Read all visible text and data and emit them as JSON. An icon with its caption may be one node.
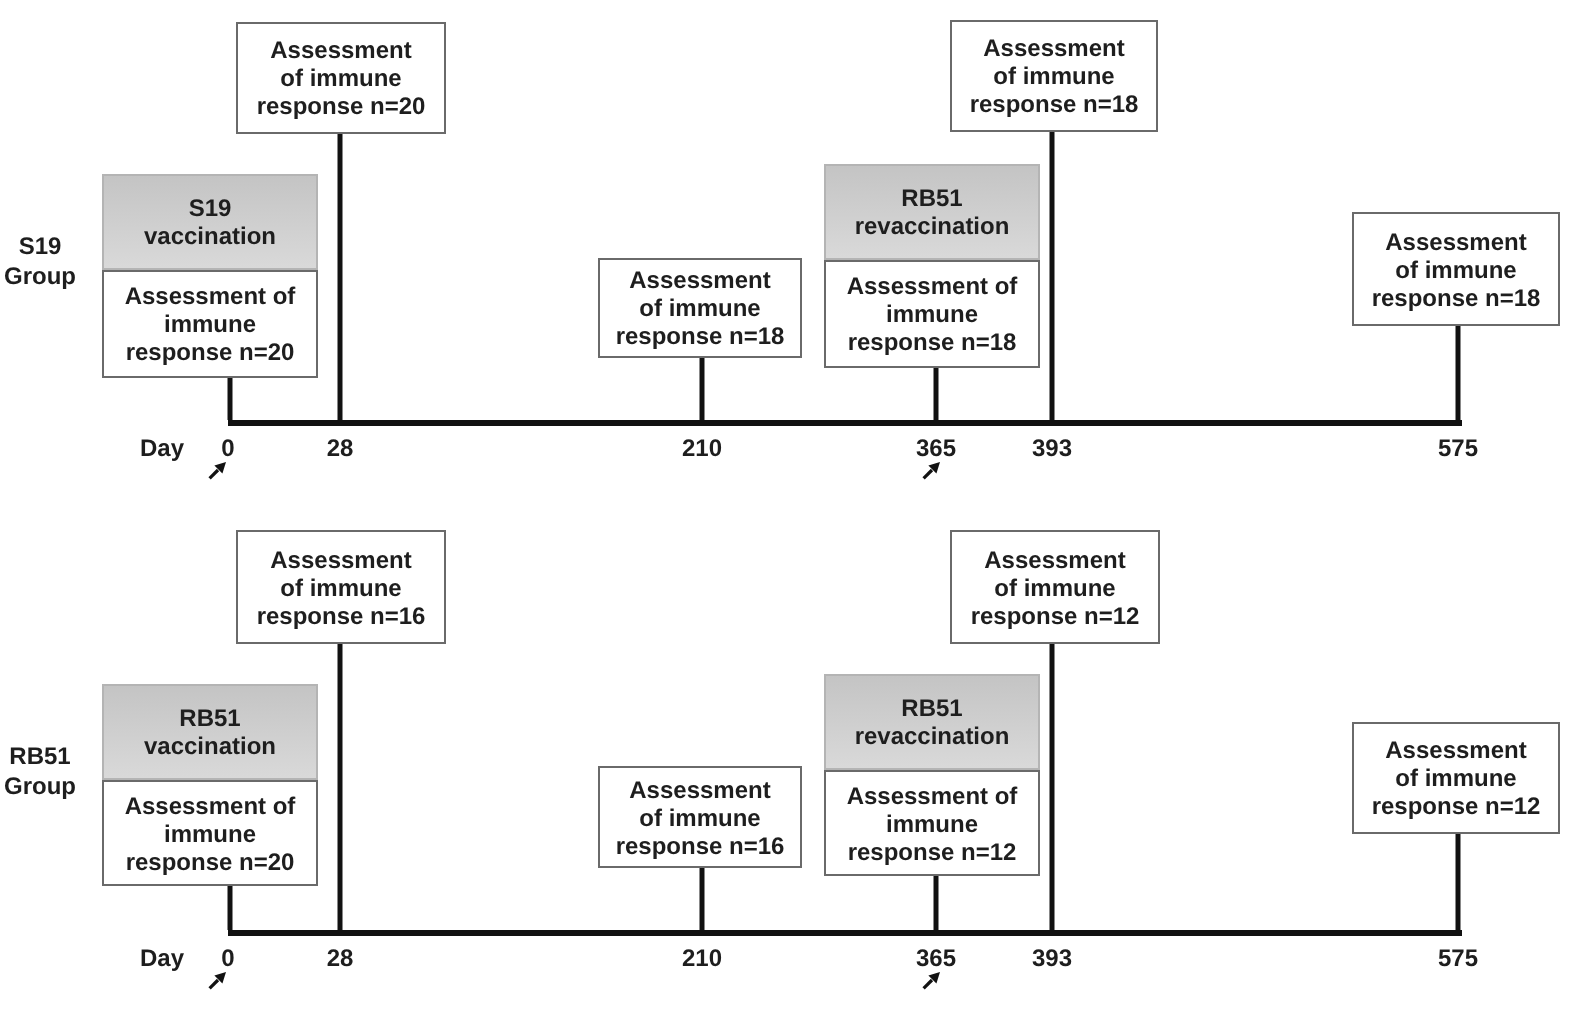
{
  "diagram": {
    "nodes": [
      {
        "text": [
          "S19 vaccination"
        ]
      },
      {
        "text": [
          "Assessment of immune response n=20"
        ]
      },
      {
        "text": [
          "Assessment of immune response n=20"
        ]
      },
      {
        "text": [
          "Assessment of immune response n=18"
        ]
      },
      {
        "text": [
          "RB51 revaccination"
        ]
      },
      {
        "text": [
          "Assessment of immune response n=18"
        ]
      },
      {
        "text": [
          "Assessment of immune response n=18"
        ]
      },
      {
        "text": [
          "Assessment of immune response n=18"
        ]
      },
      {
        "text": [],
        "shape": "line"
      },
      {
        "text": [
          "RB51 vaccination"
        ]
      },
      {
        "text": [
          "Assessment of immune response n=20"
        ]
      },
      {
        "text": [
          "Assessment of immune response n=16"
        ]
      },
      {
        "text": [
          "Assessment of immune response n=16"
        ]
      },
      {
        "text": [
          "RB51 revaccination"
        ]
      },
      {
        "text": [
          "Assessment of immune response n=12"
        ]
      },
      {
        "text": [
          "Assessment of immune response n=12"
        ]
      },
      {
        "text": [
          "Assessment of immune response n=12"
        ]
      },
      {
        "text": [],
        "shape": "line"
      }
    ],
    "edges": [
      {
        "from": 1,
        "to": 8,
        "arrow": "none"
      },
      {
        "from": 2,
        "to": 8,
        "arrow": "none"
      },
      {
        "from": 3,
        "to": 8,
        "arrow": "none"
      },
      {
        "from": 5,
        "to": 8,
        "arrow": "none"
      },
      {
        "from": 6,
        "to": 8,
        "arrow": "none"
      },
      {
        "from": 7,
        "to": 8,
        "arrow": "none"
      },
      {
        "from": 10,
        "to": 17,
        "arrow": "none"
      },
      {
        "from": 11,
        "to": 17,
        "arrow": "none"
      },
      {
        "from": 12,
        "to": 17,
        "arrow": "none"
      },
      {
        "from": 14,
        "to": 17,
        "arrow": "none"
      },
      {
        "from": 15,
        "to": 17,
        "arrow": "none"
      },
      {
        "from": 16,
        "to": 17,
        "arrow": "none"
      }
    ],
    "labels": [
      "S19 Group",
      "Day",
      "0",
      "28",
      "210",
      "365",
      "393",
      "575",
      "RB51 Group",
      "Day",
      "0",
      "28",
      "210",
      "365",
      "393",
      "575"
    ]
  }
}
